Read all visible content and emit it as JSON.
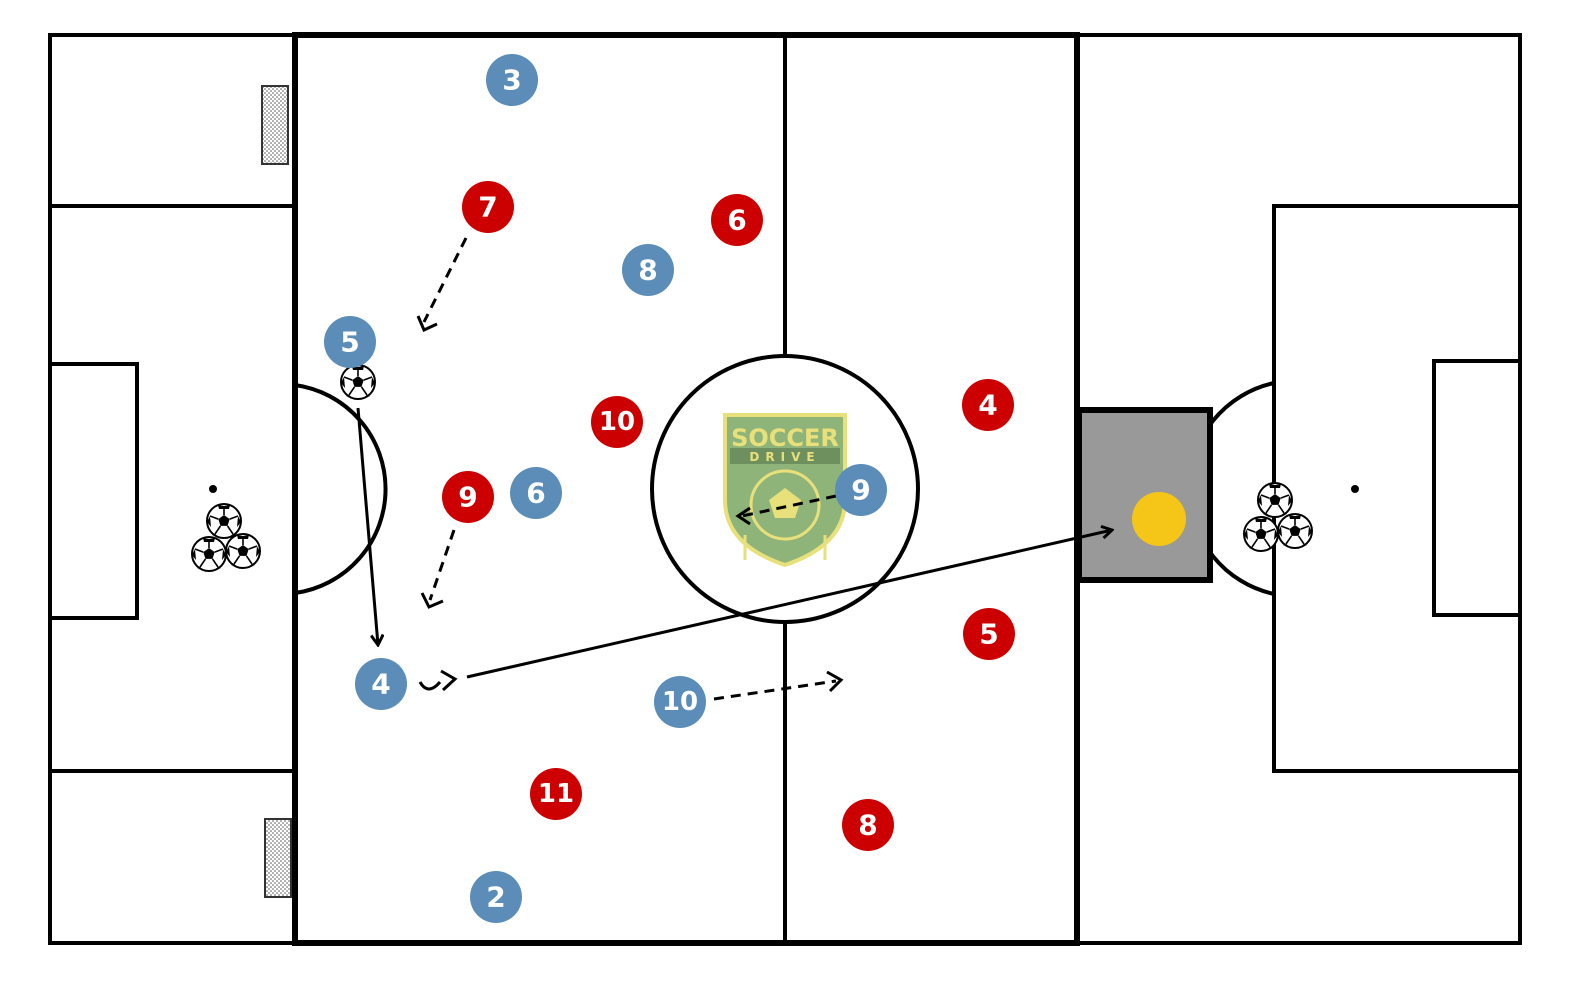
{
  "colors": {
    "blue_team": "#5b8db8",
    "red_team": "#cc0000",
    "target_zone": "#999999",
    "target_dot": "#f5c518",
    "logo_green": "#8fb47a",
    "logo_yellow": "#e8e07a"
  },
  "logo": {
    "line1": "SOCCER",
    "line2": "DRIVE"
  },
  "players": {
    "blue": [
      {
        "number": "3"
      },
      {
        "number": "8"
      },
      {
        "number": "5"
      },
      {
        "number": "6"
      },
      {
        "number": "9"
      },
      {
        "number": "4"
      },
      {
        "number": "10"
      },
      {
        "number": "2"
      }
    ],
    "red": [
      {
        "number": "7"
      },
      {
        "number": "6"
      },
      {
        "number": "10"
      },
      {
        "number": "9"
      },
      {
        "number": "4"
      },
      {
        "number": "5"
      },
      {
        "number": "11"
      },
      {
        "number": "8"
      }
    ]
  },
  "icons": {
    "ball": "soccer-ball-icon",
    "goal": "mini-goal-icon",
    "target": "target-zone-icon"
  }
}
